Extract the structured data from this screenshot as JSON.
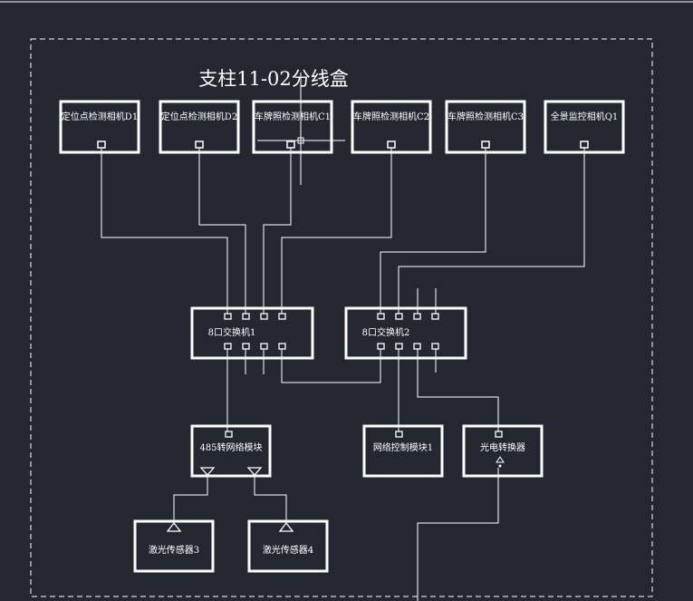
{
  "title": "支柱11-02分线盒",
  "cameras": [
    {
      "label": "定位点检测相机D1"
    },
    {
      "label": "定位点检测相机D2"
    },
    {
      "label": "车牌照检测相机C1"
    },
    {
      "label": "车牌照检测相机C2"
    },
    {
      "label": "车牌照检测相机C3"
    },
    {
      "label": "全景监控相机Q1"
    }
  ],
  "switches": [
    {
      "label": "8口交换机1"
    },
    {
      "label": "8口交换机2"
    }
  ],
  "modules": [
    {
      "label": "485转网络模块"
    },
    {
      "label": "网络控制模块1"
    },
    {
      "label": "光电转换器"
    }
  ],
  "sensors": [
    {
      "label": "激光传感器3"
    },
    {
      "label": "激光传感器4"
    }
  ],
  "colors": {
    "background": "#232830",
    "line": "#ffffff",
    "frame": "#ffffff"
  }
}
